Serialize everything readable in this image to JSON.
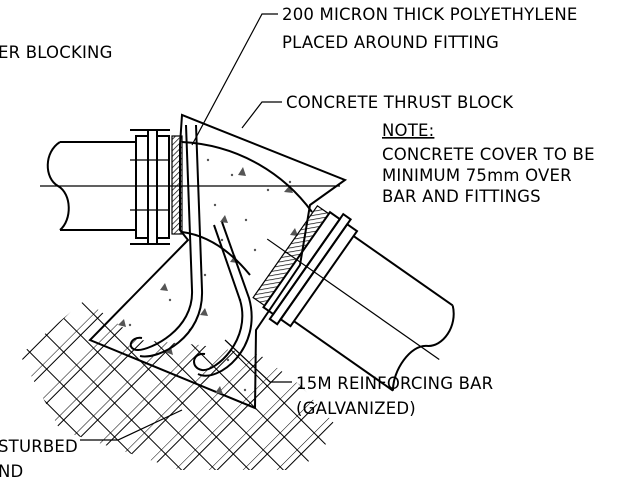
{
  "labels": {
    "water_blocking": "ER BLOCKING",
    "polyethylene_line1": "200 MICRON THICK POLYETHYLENE",
    "polyethylene_line2": "PLACED AROUND FITTING",
    "thrust_block": "CONCRETE THRUST BLOCK",
    "note_title": "NOTE:",
    "note_line1": "CONCRETE COVER TO BE",
    "note_line2": "MINIMUM 75mm OVER",
    "note_line3": "BAR AND FITTINGS",
    "rebar_line1": "15M REINFORCING BAR",
    "rebar_line2": "(GALVANIZED)",
    "undisturbed_line1": "STURBED",
    "undisturbed_line2": "ND"
  }
}
